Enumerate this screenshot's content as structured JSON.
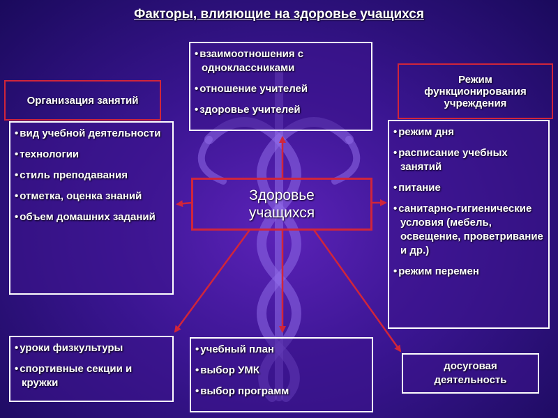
{
  "title": "Факторы, влияющие на здоровье учащихся",
  "center": {
    "line1": "Здоровье",
    "line2": "учащихся"
  },
  "top_box": {
    "items": [
      "взаимоотношения с одноклассниками",
      "отношение учителей",
      "здоровье учителей"
    ]
  },
  "left_header": "Организация занятий",
  "left_box": {
    "items": [
      "вид учебной деятельности",
      "технологии",
      "стиль преподавания",
      "отметка, оценка знаний",
      "объем домашних заданий"
    ]
  },
  "right_header": "Режим функционирования учреждения",
  "right_box": {
    "items": [
      "режим дня",
      "расписание учебных занятий",
      "питание",
      "санитарно-гигиенические условия (мебель, освещение, проветривание и др.)",
      "режим перемен"
    ]
  },
  "bottom_left_box": {
    "items": [
      "уроки физкультуры",
      "спортивные секции и кружки"
    ]
  },
  "bottom_center_box": {
    "items": [
      "учебный план",
      "выбор УМК",
      "выбор программ"
    ]
  },
  "bottom_right_box": "досуговая деятельность",
  "colors": {
    "background": "#3a1591",
    "arrow": "#d1253a",
    "border": "#ffffff",
    "emblem": "#8f6ce8"
  }
}
